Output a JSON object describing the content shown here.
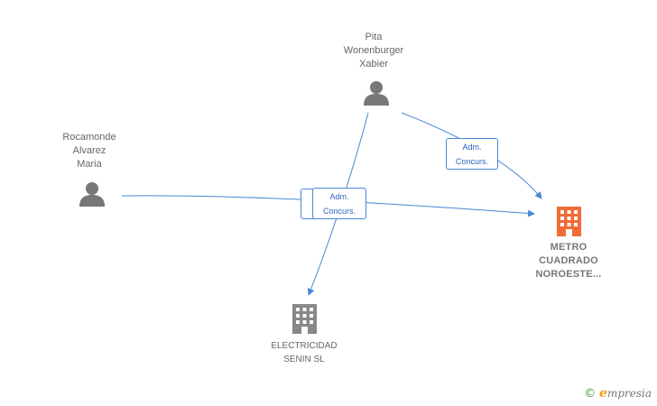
{
  "nodes": {
    "pita": {
      "lines": [
        "Pita",
        "Wonenburger",
        "Xabier"
      ],
      "type": "person"
    },
    "rocamonde": {
      "lines": [
        "Rocamonde",
        "Alvarez",
        "Maria"
      ],
      "type": "person"
    },
    "metro": {
      "lines": [
        "METRO",
        "CUADRADO",
        "NOROESTE..."
      ],
      "type": "company",
      "color": "#f26b38"
    },
    "electricidad": {
      "lines": [
        "ELECTRICIDAD",
        "SENIN SL"
      ],
      "type": "company",
      "color": "#888888"
    }
  },
  "edges": [
    {
      "from": "pita",
      "to": "metro",
      "label": [
        "Adm.",
        "Concurs."
      ]
    },
    {
      "from": "pita",
      "to": "electricidad",
      "label": [
        "Adm.",
        "Concurs."
      ]
    },
    {
      "from": "rocamonde",
      "to": "metro",
      "label": [
        "Adm.",
        "Concurs."
      ]
    }
  ],
  "colors": {
    "edge": "#4a86d8",
    "person": "#777777",
    "company_active": "#f26b38",
    "company_inactive": "#888888"
  },
  "brand": {
    "copyright": "©",
    "initial": "e",
    "name": "mpresia"
  }
}
